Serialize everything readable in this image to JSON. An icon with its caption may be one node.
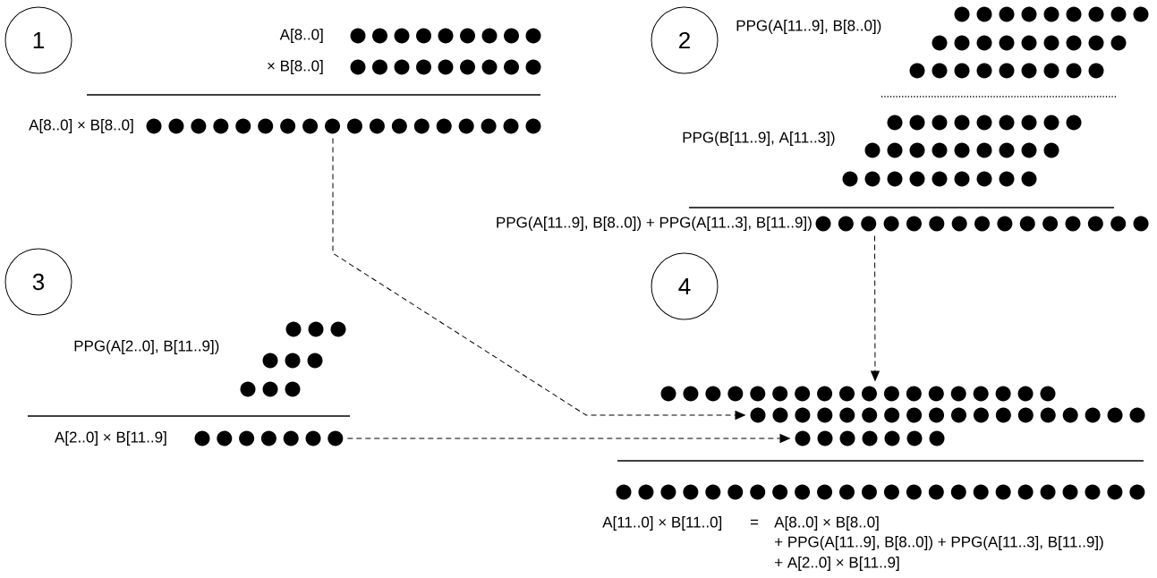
{
  "diagram": {
    "nodes": [
      {
        "text": [
          "1"
        ]
      },
      {
        "text": [],
        "shape": "dots",
        "beside": [
          "A[8..0]"
        ]
      },
      {
        "text": [],
        "shape": "dots",
        "beside": [
          "× B[8..0]"
        ]
      },
      {
        "text": [],
        "shape": "dots",
        "beside": [
          "A[8..0] × B[8..0]"
        ]
      },
      {
        "text": [
          "2"
        ]
      },
      {
        "text": [],
        "shape": "dots"
      },
      {
        "text": [],
        "shape": "dots"
      },
      {
        "text": [],
        "shape": "dots"
      },
      {
        "text": [],
        "shape": "dots"
      },
      {
        "text": [],
        "shape": "dots"
      },
      {
        "text": [],
        "shape": "dots"
      },
      {
        "text": [],
        "shape": "dots",
        "beside": [
          "PPG(A[11..9], B[8..0]) + PPG(A[11..3], B[11..9])"
        ]
      },
      {
        "text": [
          "3"
        ]
      },
      {
        "text": [],
        "shape": "dots"
      },
      {
        "text": [],
        "shape": "dots"
      },
      {
        "text": [],
        "shape": "dots"
      },
      {
        "text": [],
        "shape": "dots",
        "beside": [
          "A[2..0] × B[11..9]"
        ]
      },
      {
        "text": [
          "4"
        ]
      },
      {
        "text": [],
        "shape": "dots"
      },
      {
        "text": [],
        "shape": "dots"
      },
      {
        "text": [],
        "shape": "dots"
      },
      {
        "text": [],
        "shape": "dots"
      }
    ],
    "edges": [
      {
        "from": 3,
        "to": 19,
        "arrow": "to",
        "style": "dashed"
      },
      {
        "from": 11,
        "to": 18,
        "arrow": "to",
        "style": "dashed"
      },
      {
        "from": 16,
        "to": 20,
        "arrow": "to",
        "style": "dashed"
      }
    ],
    "labels": [
      "PPG(A[11..9], B[8..0])",
      "PPG(B[11..9], A[11..3])",
      "PPG(A[2..0], B[11..9])",
      "A[11..0] × B[11..0]",
      "=",
      "A[8..0] × B[8..0]",
      "+ PPG(A[11..9], B[8..0]) + PPG(A[11..3], B[11..9])",
      "+ A[2..0] × B[11..9]"
    ]
  }
}
